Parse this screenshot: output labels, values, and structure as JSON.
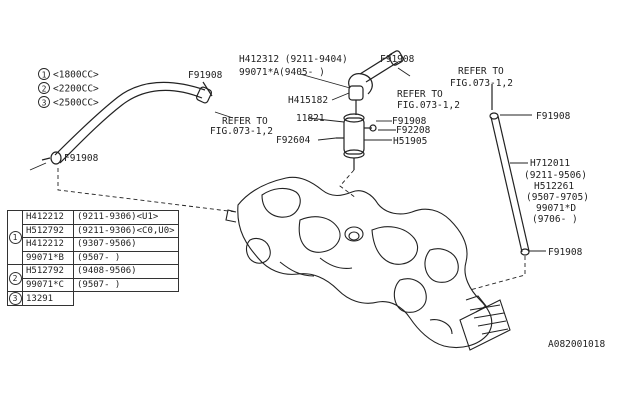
{
  "engine_options": [
    {
      "num": "1",
      "text": "<1800CC>"
    },
    {
      "num": "2",
      "text": "<2200CC>"
    },
    {
      "num": "3",
      "text": "<2500CC>"
    }
  ],
  "labels": {
    "f91908_top_left": "F91908",
    "refer_to_1": "REFER TO",
    "fig_1": "FIG.073-1,2",
    "f91908_left": "F91908",
    "h412312_line": "H412312 (9211-9404)",
    "h99071a_line": "99071*A(9405-    )",
    "f91908_top_mid": "F91908",
    "refer_to_2": "REFER TO",
    "fig_2": "FIG.073-1,2",
    "h415182": "H415182",
    "p11821": "11821",
    "f91908_mid": "F91908",
    "f92208": "F92208",
    "f92604": "F92604",
    "h51905": "H51905",
    "refer_to_3": "REFER TO",
    "fig_3": "FIG.073-1,2",
    "f91908_right_top": "F91908",
    "h712011": "H712011",
    "h712011_range": "(9211-9506)",
    "h512261": "H512261",
    "h512261_range": "(9507-9705)",
    "h99071d": "99071*D",
    "h99071d_range": "(9706-    )",
    "f91908_right_bottom": "F91908",
    "diagram_id": "A082001018"
  },
  "table": [
    {
      "group": "1",
      "code": "H412212",
      "range": "(9211-9306)",
      "note": "<U1>"
    },
    {
      "group": "1",
      "code": "H512792",
      "range": "(9211-9306)",
      "note": "<C0,U0>"
    },
    {
      "group": "1",
      "code": "H412212",
      "range": "(9307-9506)",
      "note": ""
    },
    {
      "group": "1",
      "code": "99071*B",
      "range": "(9507-    )",
      "note": ""
    },
    {
      "group": "2",
      "code": "H512792",
      "range": "(9408-9506)",
      "note": ""
    },
    {
      "group": "2",
      "code": "99071*C",
      "range": "(9507-    )",
      "note": ""
    },
    {
      "group": "3",
      "code": "13291",
      "range": "",
      "note": ""
    }
  ]
}
